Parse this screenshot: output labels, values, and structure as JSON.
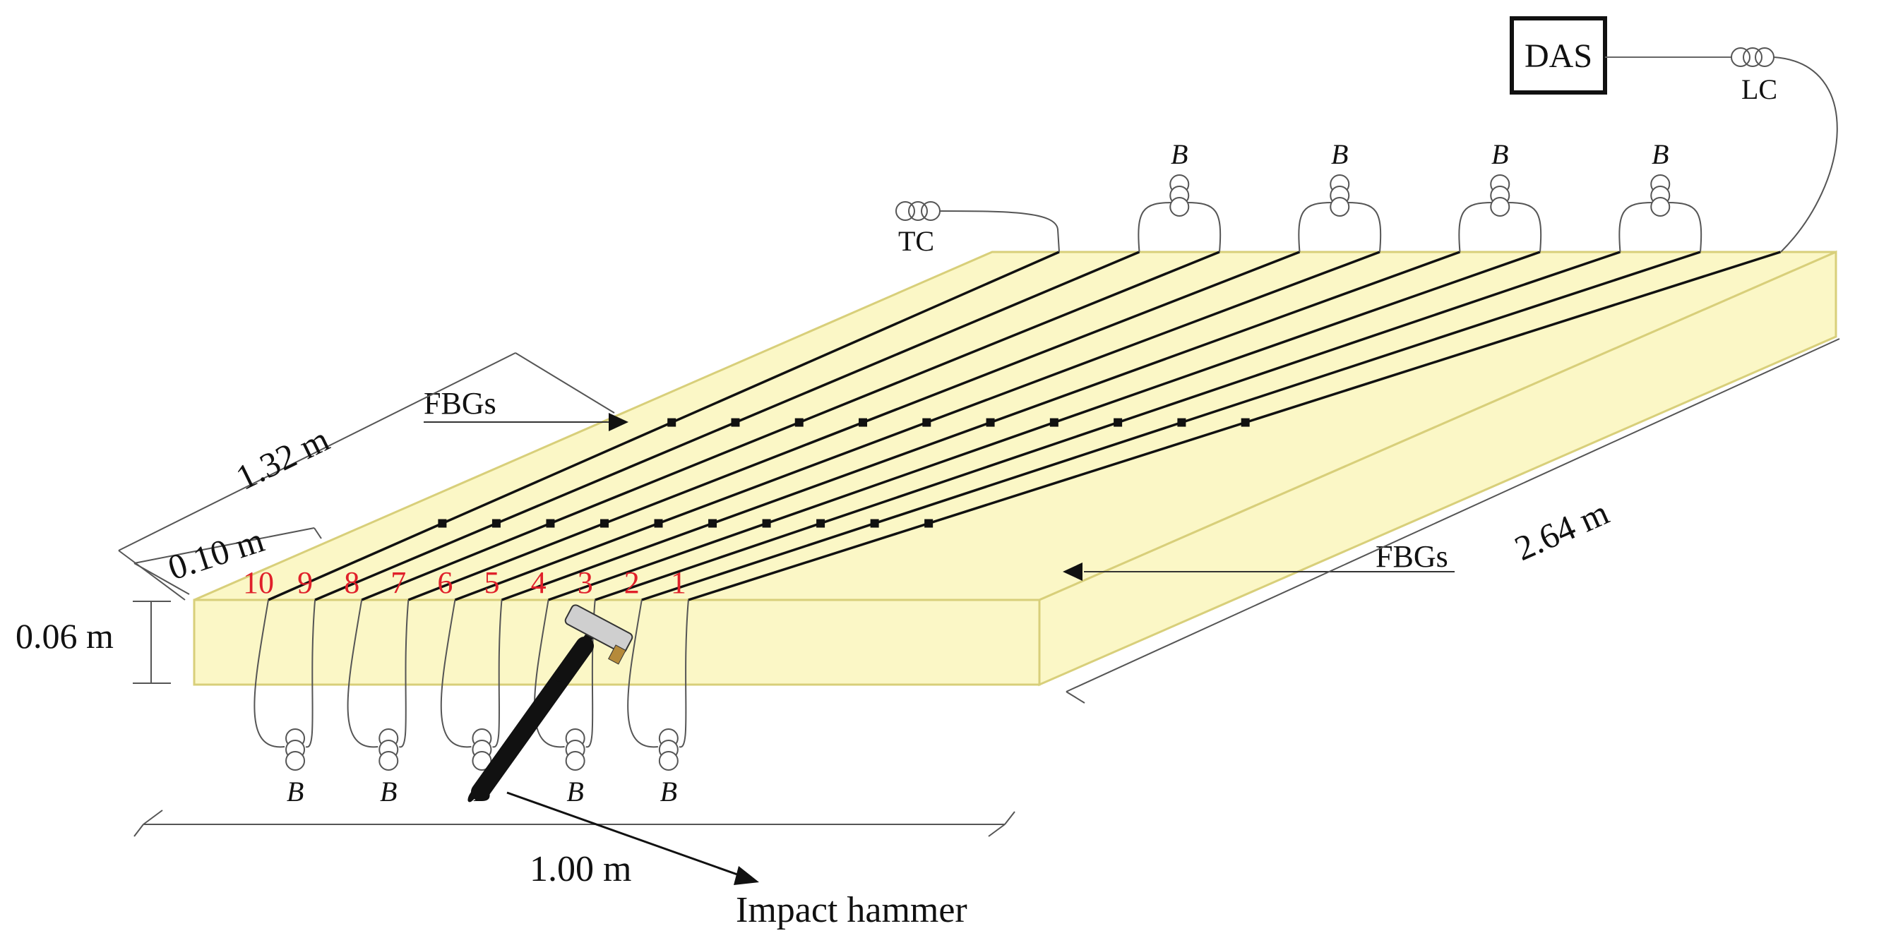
{
  "labels": {
    "das": "DAS",
    "lc": "LC",
    "tc": "TC",
    "fbgs_top": "FBGs",
    "fbgs_right": "FBGs",
    "impact_hammer": "Impact hammer",
    "bearing": "B"
  },
  "dimensions": {
    "width": "1.32 m",
    "spacing": "0.10 m",
    "thickness": "0.06 m",
    "length": "2.64 m",
    "span": "1.00 m"
  },
  "fiber_numbers": [
    "10",
    "9",
    "8",
    "7",
    "6",
    "5",
    "4",
    "3",
    "2",
    "1"
  ],
  "colors": {
    "slab_fill": "#fbf7c6",
    "slab_edge": "#d8cf7a",
    "fiber": "#111111",
    "numbers": "#e0202a",
    "thin_line": "#666666"
  }
}
